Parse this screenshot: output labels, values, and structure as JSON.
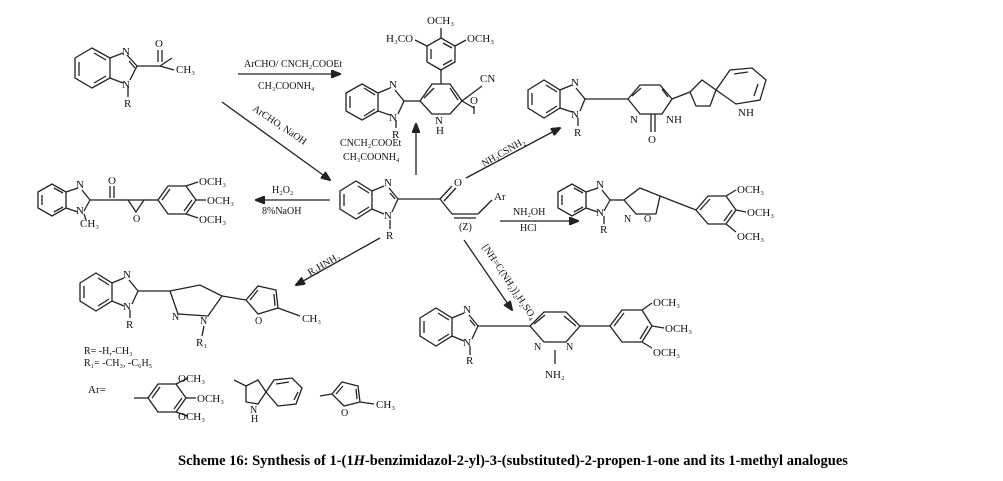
{
  "caption": {
    "prefix": "Scheme 16: Synthesis of 1-(1",
    "italic": "H",
    "suffix": "-benzimidazol-2-yl)-3-(substituted)-2-propen-1-one and its 1-methyl analogues"
  },
  "atoms": {
    "N": "N",
    "O": "O",
    "R": "R",
    "CH3": "CH₃",
    "CN": "CN",
    "NH": "NH",
    "H": "H",
    "Ar": "Ar",
    "OCH3": "OCH₃",
    "H3CO": "H₃CO",
    "NH2": "NH₂",
    "R1": "R₁",
    "O_bottom": "O",
    "Z": "(Z)"
  },
  "reagents": {
    "top_right_1": "ArCHO/ CNCH₂COOEt",
    "top_right_2": "CH₃COONH₄",
    "top_left_diag": "ArCHO, NaOH",
    "top_up_1": "CNCH₂COOEt",
    "top_up_2": "CH₃COONH₄",
    "upper_right_diag": "NH₂CSNH₂",
    "left_1": "H₂O₂",
    "left_2": "8%NaOH",
    "right_1": "NH₂OH",
    "right_2": "HCl",
    "lower_left_diag": "R₁HNH₂",
    "lower_right_diag": "[NH=C(NH₂)]₂H₂SO₄"
  },
  "legend": {
    "r_def": "R= -H,-CH₃",
    "r1_def": "R₁= -CH₃, -C₆H₅",
    "ar_def": "Ar="
  }
}
